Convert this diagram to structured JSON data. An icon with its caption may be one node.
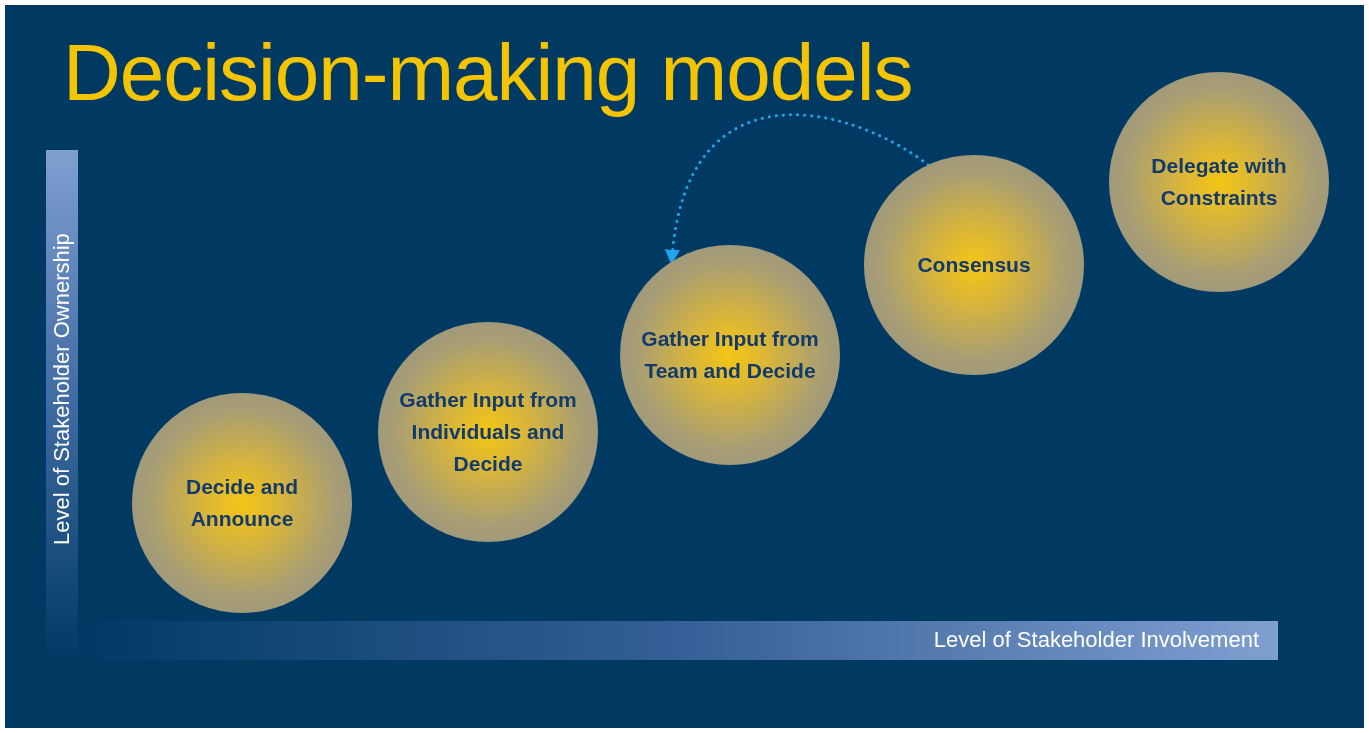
{
  "diagram": {
    "title": "Decision-making models",
    "nodes": [
      {
        "text": [
          "Decide and Announce"
        ]
      },
      {
        "text": [
          "Gather Input from Individuals and Decide"
        ]
      },
      {
        "text": [
          "Gather Input from Team and Decide"
        ]
      },
      {
        "text": [
          "Consensus"
        ]
      },
      {
        "text": [
          "Delegate with Constraints"
        ]
      }
    ],
    "edges": [
      {
        "from": 3,
        "to": 2,
        "arrow": "to",
        "style": "dashed",
        "color": "#1ea5eb"
      }
    ],
    "labels": [
      "Level of Stakeholder Ownership",
      "Level of Stakeholder Involvement"
    ]
  }
}
